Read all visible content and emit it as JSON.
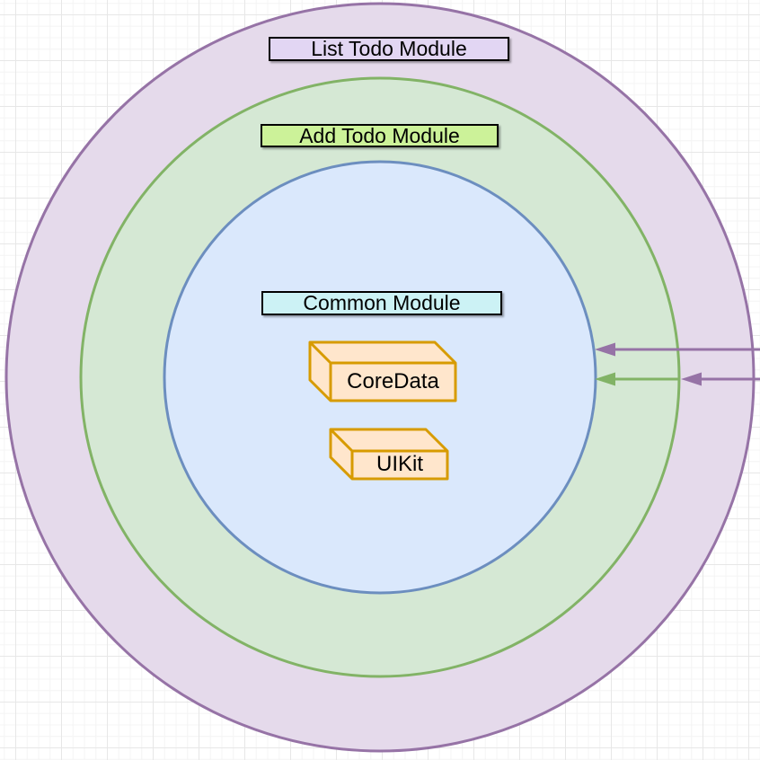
{
  "diagram": {
    "title": "Todo app module architecture (onion diagram)",
    "modules": {
      "outer": {
        "label": "List Todo Module",
        "ring_fill": "#e5daeb",
        "ring_stroke": "#9673a6",
        "label_fill": "#e2d6f3"
      },
      "middle": {
        "label": "Add Todo Module",
        "ring_fill": "#d5e8d4",
        "ring_stroke": "#82b366",
        "label_fill": "#ccf299"
      },
      "inner": {
        "label": "Common Module",
        "ring_fill": "#dae8fc",
        "ring_stroke": "#6c8ebf",
        "label_fill": "#ccf2f5"
      }
    },
    "components": {
      "coredata": {
        "label": "CoreData",
        "fill": "#ffe6cc",
        "stroke": "#d79b00"
      },
      "uikit": {
        "label": "UIKit",
        "fill": "#ffe6cc",
        "stroke": "#d79b00"
      }
    },
    "arrows": [
      {
        "name": "right-edge-to-common-module",
        "color": "#9673a6"
      },
      {
        "name": "add-module-to-common-module",
        "color": "#82b366"
      },
      {
        "name": "right-edge-to-add-module",
        "color": "#9673a6"
      }
    ],
    "label_border_color": "#000000",
    "text_color": "#000000"
  }
}
